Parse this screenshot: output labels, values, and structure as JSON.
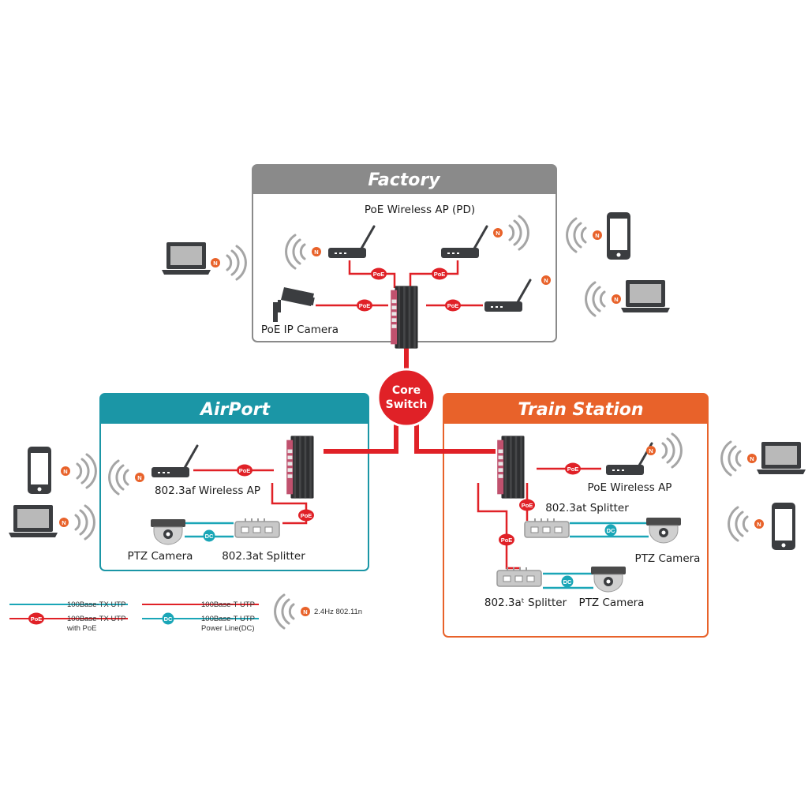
{
  "colors": {
    "factory": "#8a8a8a",
    "airport": "#1b96a6",
    "train_station": "#e8622a",
    "poe_red": "#e02127",
    "utp_blue": "#1aa6b7",
    "device_dark": "#3b3d40"
  },
  "icons": [
    "wifi-icon",
    "laptop-icon",
    "phone-icon",
    "access-point-icon",
    "ip-camera-icon",
    "switch-icon",
    "ptz-camera-icon",
    "splitter-icon"
  ],
  "core_switch": {
    "line1": "Core",
    "line2": "Switch"
  },
  "factory": {
    "title": "Factory",
    "ap_label": "PoE Wireless AP (PD)",
    "camera_label": "PoE IP Camera"
  },
  "airport": {
    "title": "AirPort",
    "ap_label": "802.3af Wireless AP",
    "ptz_label": "PTZ Camera",
    "splitter_label": "802.3at Splitter"
  },
  "train_station": {
    "title": "Train Station",
    "ap_label": "PoE Wireless AP",
    "splitter1_label": "802.3at Splitter",
    "ptz1_label": "PTZ Camera",
    "splitter2_label": "802.3aᵗ Splitter",
    "ptz2_label": "PTZ Camera"
  },
  "tags": {
    "poe": "PoE",
    "dc": "DC",
    "n": "N"
  },
  "legend": {
    "utp": "100Base-TX UTP",
    "utp_poe_1": "100Base-TX UTP",
    "utp_poe_2": "with PoE",
    "t_utp": "100Base-T UTP",
    "dc_1": "100Base-T UTP",
    "dc_2": "Power Line(DC)",
    "wifi": "2.4Hz 802.11n"
  }
}
